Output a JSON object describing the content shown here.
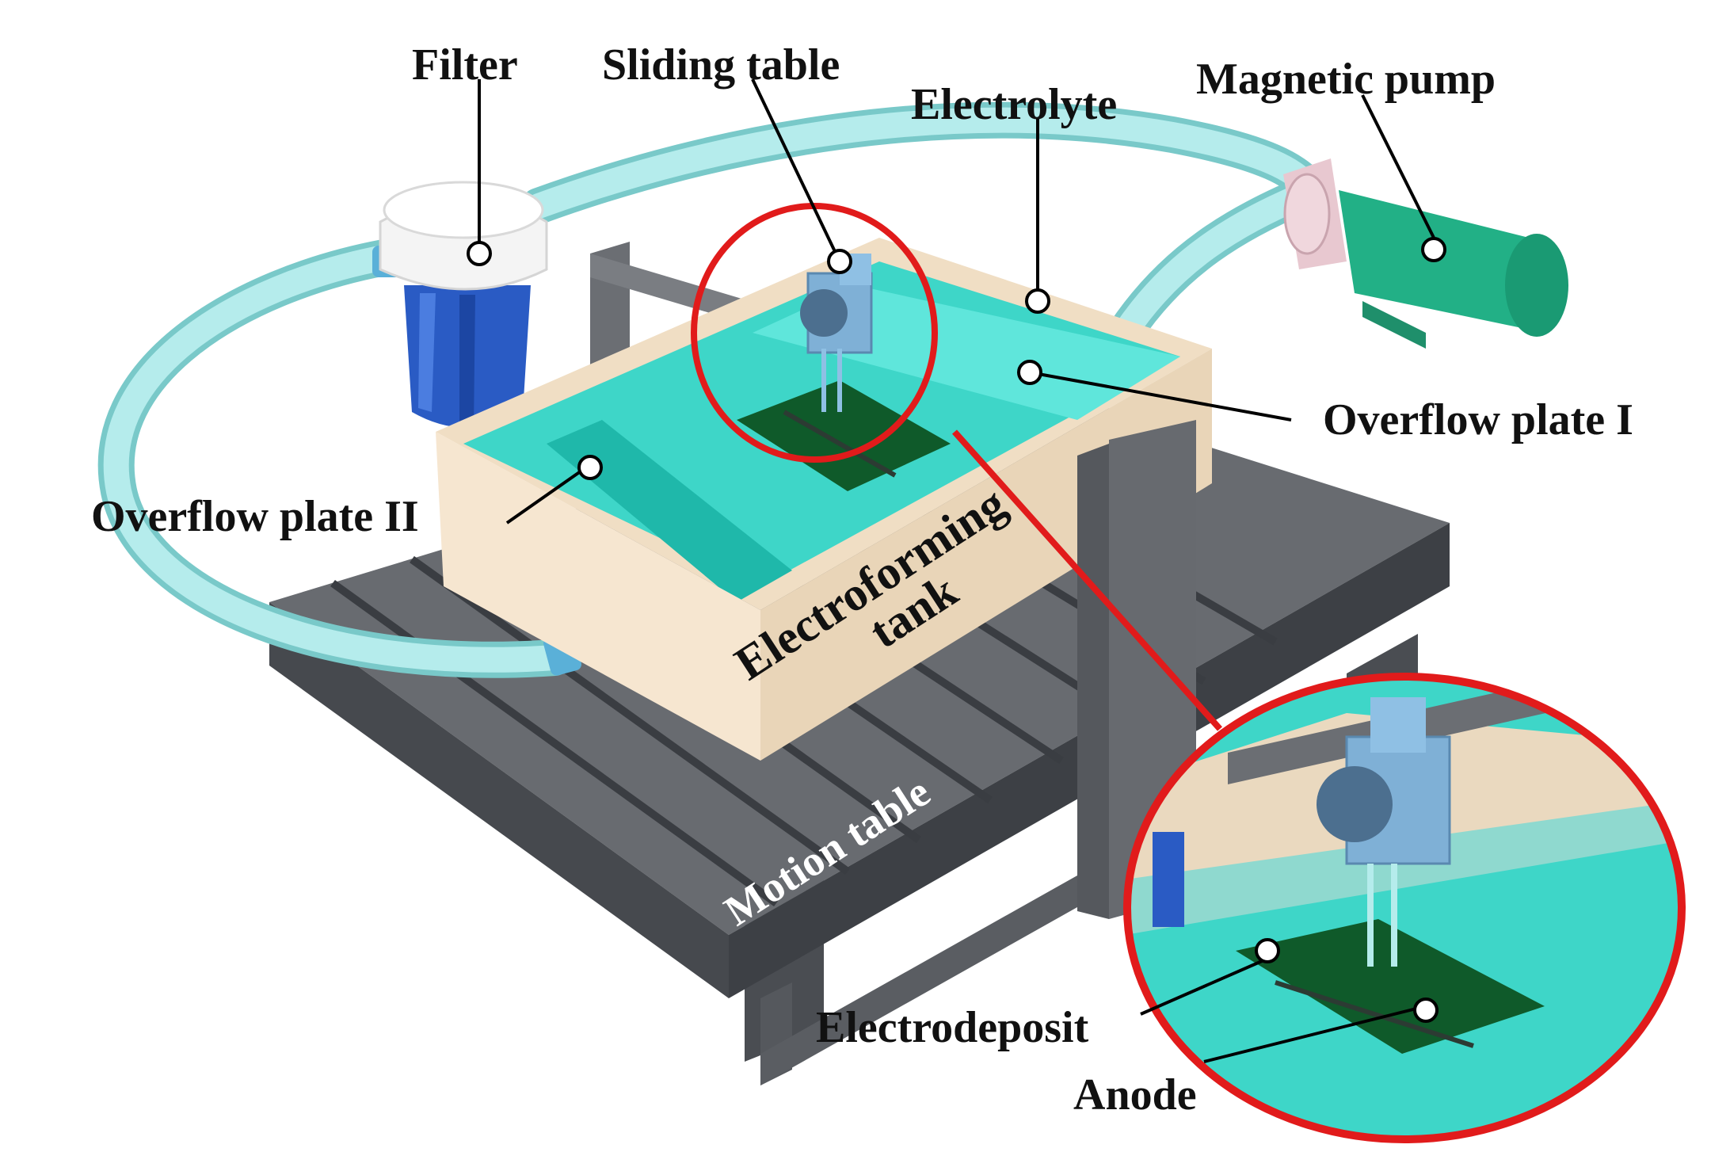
{
  "labels": {
    "filter": "Filter",
    "sliding_table": "Sliding table",
    "electrolyte": "Electrolyte",
    "magnetic_pump": "Magnetic pump",
    "overflow_plate_1": "Overflow plate I",
    "overflow_plate_2": "Overflow plate II",
    "electroforming_tank_line1": "Electroforming",
    "electroforming_tank_line2": "tank",
    "motion_table": "Motion table",
    "electrodeposit": "Electrodeposit",
    "anode": "Anode"
  },
  "colors": {
    "hose": "#a8e4e4",
    "filter_body": "#2a5bc4",
    "filter_cap": "#f2f2f2",
    "pump_body": "#22b086",
    "pump_head": "#e8c8d0",
    "tank_wall": "#f3e3cc",
    "electrolyte": "#3ed6c8",
    "frame": "#6b6e73",
    "motion_table": "#55585d",
    "electrodeposit": "#0f5a2a",
    "sliding_table": "#7fb0d6",
    "highlight_ring": "#e11b1b"
  }
}
